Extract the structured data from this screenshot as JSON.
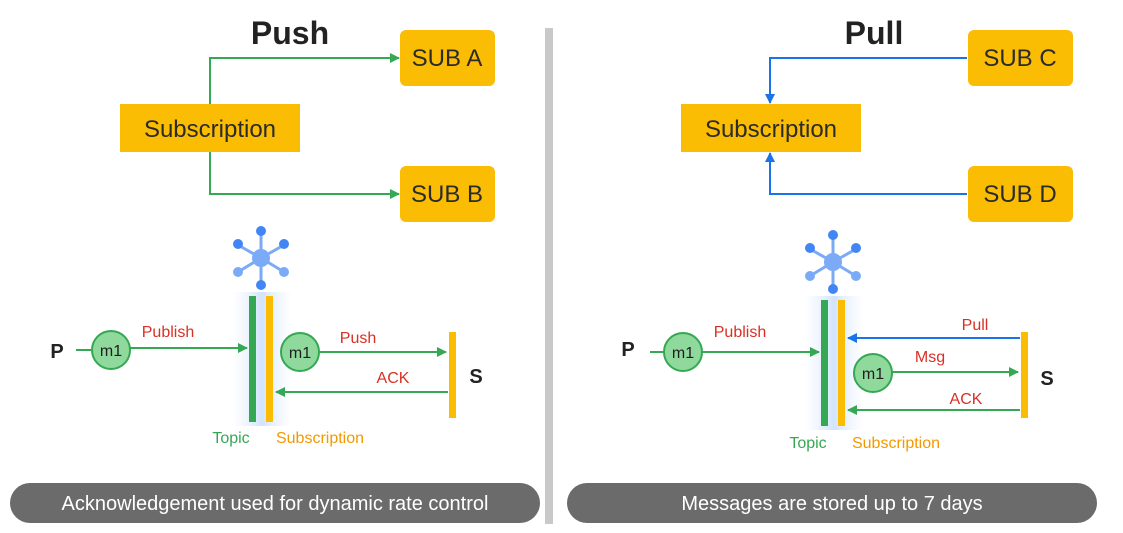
{
  "colors": {
    "box": "#fbbc04",
    "green_line": "#34a853",
    "blue_line": "#1a73e8",
    "message_fill": "#8fd99c",
    "message_stroke": "#34a853",
    "caption_bg": "#6b6b6b",
    "divider": "#c9c9c9",
    "hub_blue": "#7baaf7"
  },
  "push": {
    "title": "Push",
    "subscription_label": "Subscription",
    "sub_a": "SUB A",
    "sub_b": "SUB B",
    "publisher": "P",
    "subscriber": "S",
    "message_in": "m1",
    "message_out": "m1",
    "publish_label": "Publish",
    "push_label": "Push",
    "ack_label": "ACK",
    "topic_label": "Topic",
    "sub_bar_label": "Subscription",
    "caption": "Acknowledgement used for dynamic rate control",
    "hub_icon": "pubsub-hub-icon"
  },
  "pull": {
    "title": "Pull",
    "subscription_label": "Subscription",
    "sub_c": "SUB C",
    "sub_d": "SUB D",
    "publisher": "P",
    "subscriber": "S",
    "message_in": "m1",
    "message_out": "m1",
    "publish_label": "Publish",
    "pull_label": "Pull",
    "msg_label": "Msg",
    "ack_label": "ACK",
    "topic_label": "Topic",
    "sub_bar_label": "Subscription",
    "caption": "Messages are stored up to 7 days",
    "hub_icon": "pubsub-hub-icon"
  }
}
